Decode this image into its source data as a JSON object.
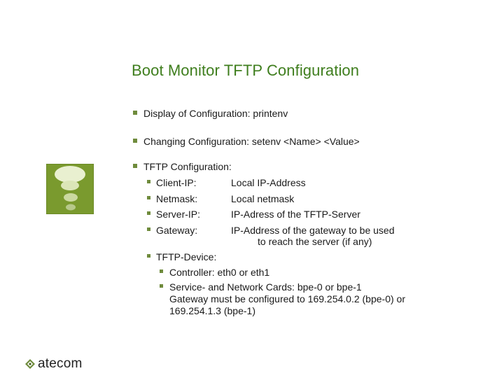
{
  "slide": {
    "title": "Boot Monitor TFTP Configuration",
    "bullets": [
      "Display of Configuration: printenv",
      "Changing Configuration: setenv <Name> <Value>",
      "TFTP Configuration:"
    ],
    "tftp_config_items": [
      {
        "key": "Client-IP:",
        "value": "Local IP-Address"
      },
      {
        "key": "Netmask:",
        "value": "Local netmask"
      },
      {
        "key": "Server-IP:",
        "value": "IP-Adress of the TFTP-Server"
      },
      {
        "key": "Gateway:",
        "value": "IP-Address of the gateway to be used"
      }
    ],
    "gateway_continuation": "to reach the server (if any)",
    "tftp_device_label": "TFTP-Device:",
    "tftp_device_items": [
      "Controller:  eth0 or eth1",
      "Service- and Network Cards: bpe-0 or bpe-1"
    ],
    "gateway_note_lines": [
      "Gateway must be configured to 169.254.0.2 (bpe-0) or",
      "169.254.1.3 (bpe-1)"
    ]
  },
  "logo": {
    "text": "atecom",
    "icon": "diamond-logo-icon"
  },
  "decoration": {
    "icon": "bubbles-tile-icon"
  },
  "colors": {
    "title": "#3f7e1e",
    "bullet": "#6f8b3c",
    "tile": "#7a9a2e"
  }
}
